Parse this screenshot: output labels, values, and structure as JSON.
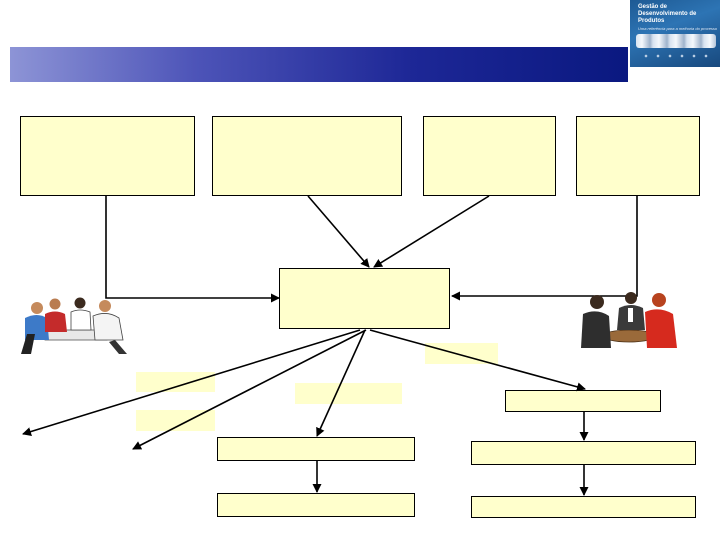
{
  "logo": {
    "title_line1": "Gestão de",
    "title_line2": "Desenvolvimento de Produtos",
    "subtitle": "Uma referência para a melhoria do processo"
  },
  "colors": {
    "box_fill": "#ffffcc",
    "banner_start": "#8d94d6",
    "banner_end": "#0a1880",
    "line": "#000000"
  },
  "icons": [
    "team-meeting-illustration-left",
    "team-meeting-illustration-right"
  ]
}
